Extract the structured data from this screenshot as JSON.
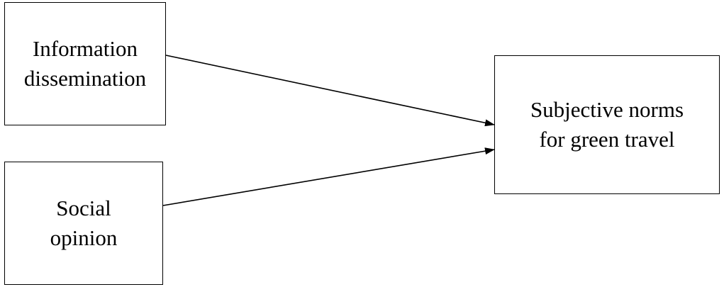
{
  "nodes": {
    "information_dissemination": {
      "label": "Information\ndissemination"
    },
    "social_opinion": {
      "label": "Social\nopinion"
    },
    "subjective_norms": {
      "label": "Subjective norms\nfor green travel"
    }
  },
  "edges": [
    {
      "from": "information_dissemination",
      "to": "subjective_norms"
    },
    {
      "from": "social_opinion",
      "to": "subjective_norms"
    }
  ],
  "colors": {
    "stroke": "#000000",
    "background": "#ffffff"
  }
}
